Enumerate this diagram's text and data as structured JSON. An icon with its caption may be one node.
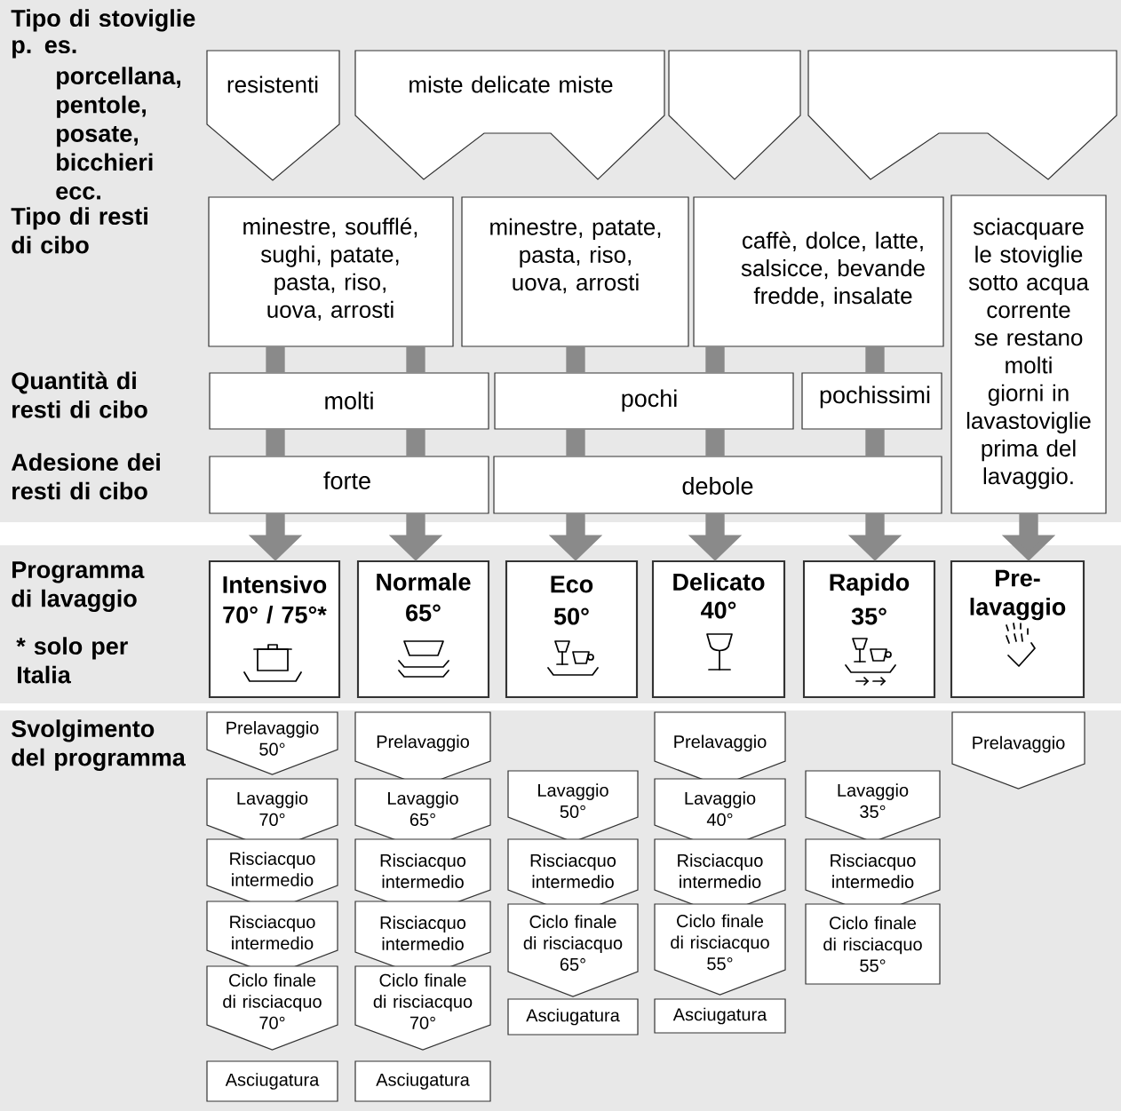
{
  "diagram": {
    "nodes": [
      {
        "text": [
          "resistenti"
        ]
      },
      {
        "text": [
          "miste delicate miste"
        ]
      },
      {
        "text": [],
        "shape": "pentagon"
      },
      {
        "text": [],
        "shape": "pentagon"
      },
      {
        "text": [
          "minestre, soufflé, sughi, patate, pasta, riso, uova, arrosti"
        ]
      },
      {
        "text": [
          "minestre, patate, pasta, riso, uova, arrosti"
        ]
      },
      {
        "text": [
          "caffè, dolce, latte, salsicce, bevande fredde, insalate"
        ]
      },
      {
        "text": [
          "sciacquare le stoviglie sotto acqua corrente se restano molti giorni in lavastoviglie prima del lavaggio."
        ]
      },
      {
        "text": [
          "molti"
        ]
      },
      {
        "text": [
          "pochi"
        ]
      },
      {
        "text": [
          "pochissimi"
        ]
      },
      {
        "text": [
          "forte"
        ]
      },
      {
        "text": [
          "debole"
        ]
      },
      {
        "text": [
          "Intensivo",
          "70° / 75°*"
        ]
      },
      {
        "text": [
          "Normale",
          "65°"
        ]
      },
      {
        "text": [
          "Eco",
          "50°"
        ]
      },
      {
        "text": [
          "Delicato",
          "40°"
        ]
      },
      {
        "text": [
          "Rapido",
          "35°"
        ]
      },
      {
        "text": [
          "Pre-lavaggio"
        ]
      },
      {
        "text": [
          "Prelavaggio 50°"
        ]
      },
      {
        "text": [
          "Lavaggio 70°"
        ]
      },
      {
        "text": [
          "Risciacquo intermedio"
        ]
      },
      {
        "text": [
          "Risciacquo intermedio"
        ]
      },
      {
        "text": [
          "Ciclo finale di risciacquo 70°"
        ]
      },
      {
        "text": [
          "Asciugatura"
        ]
      },
      {
        "text": [
          "Prelavaggio"
        ]
      },
      {
        "text": [
          "Lavaggio 65°"
        ]
      },
      {
        "text": [
          "Risciacquo intermedio"
        ]
      },
      {
        "text": [
          "Risciacquo intermedio"
        ]
      },
      {
        "text": [
          "Ciclo finale di risciacquo 70°"
        ]
      },
      {
        "text": [
          "Asciugatura"
        ]
      },
      {
        "text": [
          "Lavaggio 50°"
        ]
      },
      {
        "text": [
          "Risciacquo intermedio"
        ]
      },
      {
        "text": [
          "Ciclo finale di risciacquo 65°"
        ]
      },
      {
        "text": [
          "Asciugatura"
        ]
      },
      {
        "text": [
          "Prelavaggio"
        ]
      },
      {
        "text": [
          "Lavaggio 40°"
        ]
      },
      {
        "text": [
          "Risciacquo intermedio"
        ]
      },
      {
        "text": [
          "Ciclo finale di risciacquo 55°"
        ]
      },
      {
        "text": [
          "Asciugatura"
        ]
      },
      {
        "text": [
          "Lavaggio 35°"
        ]
      },
      {
        "text": [
          "Risciacquo intermedio"
        ]
      },
      {
        "text": [
          "Ciclo finale di risciacquo 55°"
        ]
      },
      {
        "text": [
          "Prelavaggio"
        ]
      }
    ],
    "edges": [
      {
        "from": 4,
        "to": 8,
        "arrow": "none"
      },
      {
        "from": 4,
        "to": 8,
        "arrow": "none"
      },
      {
        "from": 5,
        "to": 9,
        "arrow": "none"
      },
      {
        "from": 6,
        "to": 9,
        "arrow": "none"
      },
      {
        "from": 6,
        "to": 10,
        "arrow": "none"
      },
      {
        "from": 8,
        "to": 11,
        "arrow": "none"
      },
      {
        "from": 8,
        "to": 11,
        "arrow": "none"
      },
      {
        "from": 9,
        "to": 12,
        "arrow": "none"
      },
      {
        "from": 9,
        "to": 12,
        "arrow": "none"
      },
      {
        "from": 10,
        "to": 12,
        "arrow": "none"
      },
      {
        "from": 11,
        "to": 13,
        "arrow": "to"
      },
      {
        "from": 11,
        "to": 14,
        "arrow": "to"
      },
      {
        "from": 12,
        "to": 15,
        "arrow": "to"
      },
      {
        "from": 12,
        "to": 16,
        "arrow": "to"
      },
      {
        "from": 12,
        "to": 17,
        "arrow": "to"
      },
      {
        "from": 7,
        "to": 18,
        "arrow": "to"
      }
    ],
    "labels": [
      "Tipo di stoviglie",
      "p. es.",
      "porcellana, pentole, posate, bicchieri ecc.",
      "Tipo di resti di cibo",
      "Quantità di resti di cibo",
      "Adesione dei resti di cibo",
      "Programma di lavaggio",
      "* solo per Italia",
      "Svolgimento del programma"
    ]
  }
}
